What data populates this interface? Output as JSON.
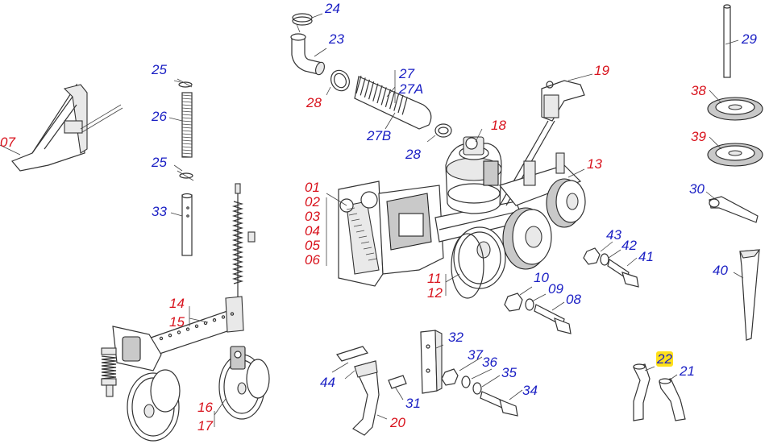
{
  "labels": {
    "l07": "07",
    "l24": "24",
    "l23": "23",
    "l25a": "25",
    "l26": "26",
    "l25b": "25",
    "l33": "33",
    "l27": "27",
    "l27a": "27A",
    "l28a": "28",
    "l27b": "27B",
    "l28b": "28",
    "l18": "18",
    "l19": "19",
    "l13": "13",
    "l29": "29",
    "l38": "38",
    "l39": "39",
    "l30": "30",
    "l40": "40",
    "l43": "43",
    "l42": "42",
    "l41": "41",
    "l10": "10",
    "l09": "09",
    "l08": "08",
    "l11": "11",
    "l12": "12",
    "l14": "14",
    "l15": "15",
    "l16": "16",
    "l17": "17",
    "l32": "32",
    "l37": "37",
    "l36": "36",
    "l35": "35",
    "l34": "34",
    "l44": "44",
    "l31": "31",
    "l20": "20",
    "l22": "22",
    "l21": "21"
  },
  "group_labels": [
    "01",
    "02",
    "03",
    "04",
    "05",
    "06"
  ],
  "colors": {
    "red_label": "#d8121c",
    "blue_label": "#1a1fc4",
    "highlight": "#ffe01a"
  }
}
